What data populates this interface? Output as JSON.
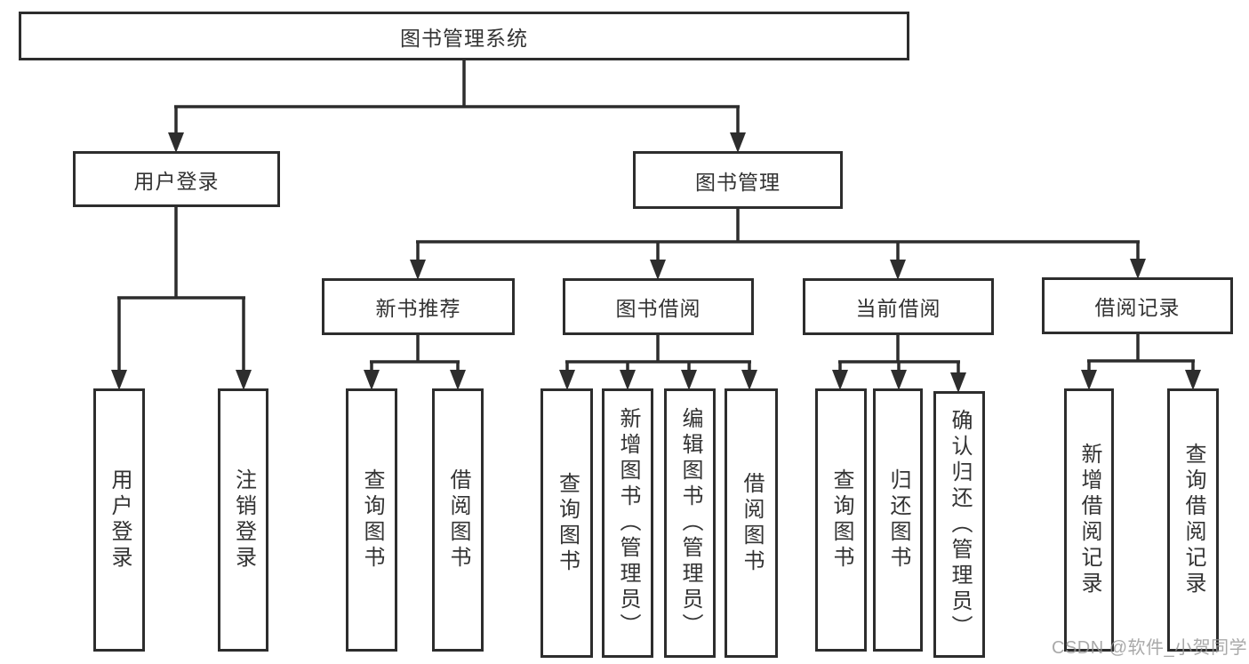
{
  "diagram": {
    "title": "图书管理系统",
    "type": "hierarchy-tree",
    "root": {
      "label": "图书管理系统",
      "children": [
        {
          "label": "用户登录",
          "children": [
            {
              "label": "用户登录"
            },
            {
              "label": "注销登录"
            }
          ]
        },
        {
          "label": "图书管理",
          "children": [
            {
              "label": "新书推荐",
              "children": [
                {
                  "label": "查询图书"
                },
                {
                  "label": "借阅图书"
                }
              ]
            },
            {
              "label": "图书借阅",
              "children": [
                {
                  "label": "查询图书"
                },
                {
                  "label": "新增图书（管理员）"
                },
                {
                  "label": "编辑图书（管理员）"
                },
                {
                  "label": "借阅图书"
                }
              ]
            },
            {
              "label": "当前借阅",
              "children": [
                {
                  "label": "查询图书"
                },
                {
                  "label": "归还图书"
                },
                {
                  "label": "确认归还（管理员）"
                }
              ]
            },
            {
              "label": "借阅记录",
              "children": [
                {
                  "label": "新增借阅记录"
                },
                {
                  "label": "查询借阅记录"
                }
              ]
            }
          ]
        }
      ]
    }
  },
  "watermark": "CSDN @软件_小贺同学",
  "colors": {
    "line": "#2d2d2d",
    "text": "#333333",
    "box_background": "#ffffff",
    "watermark": "#969696",
    "background": "#ffffff"
  }
}
